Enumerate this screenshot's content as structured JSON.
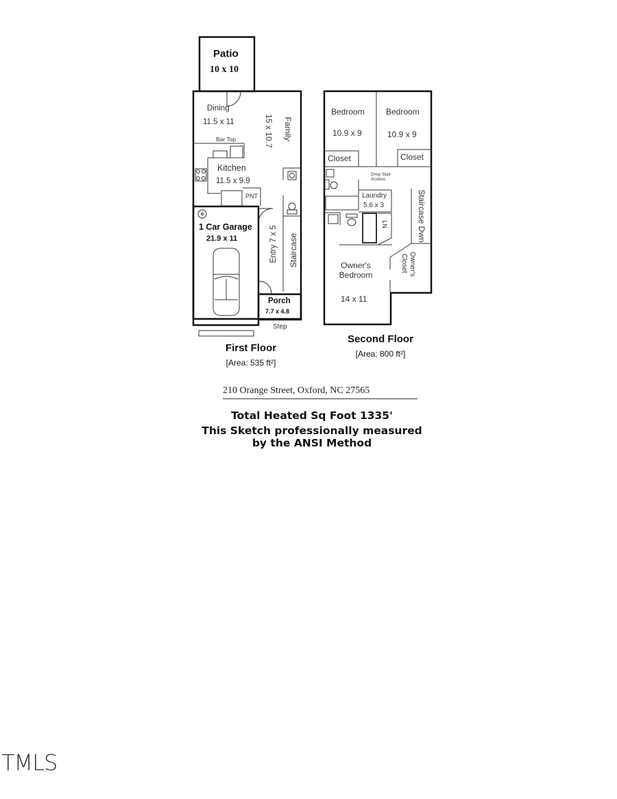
{
  "patio": {
    "name": "Patio",
    "dims": "10 x 10"
  },
  "first_floor": {
    "title": "First Floor",
    "area": "[Area: 535 ft²]",
    "rooms": {
      "dining": {
        "name": "Dining",
        "dims": "11.5 x 11"
      },
      "family": {
        "name": "Family",
        "dims": "15 x 10.7"
      },
      "bar_top": "Bar Top",
      "kitchen": {
        "name": "Kitchen",
        "dims": "11.5 x 9.9"
      },
      "pantry": "PNT",
      "garage": {
        "name": "1 Car Garage",
        "dims": "21.9 x 11"
      },
      "entry": "Entry 7 x 5",
      "staircase": "Staircase",
      "porch": {
        "name": "Porch",
        "dims": "7.7 x 4.8"
      },
      "step": "Step"
    }
  },
  "second_floor": {
    "title": "Second Floor",
    "area": "[Area: 800 ft²]",
    "rooms": {
      "bedroom1": {
        "name": "Bedroom",
        "dims": "10.9 x 9"
      },
      "bedroom2": {
        "name": "Bedroom",
        "dims": "10.9 x 9"
      },
      "closet1": "Closet",
      "closet2": "Closet",
      "drop_stair": "Drop Stair Access",
      "laundry": {
        "name": "Laundry",
        "dims": "5.6 x 3"
      },
      "linen": "LN",
      "staircase": "Staircase Dwn",
      "owners_bedroom": {
        "name": "Owner's Bedroom",
        "dims": "14 x 11"
      },
      "owners_closet": "Owner's Closet"
    }
  },
  "address": "210 Orange Street, Oxford, NC 27565",
  "summary": {
    "line1": "Total Heated Sq Foot 1335'",
    "line2": "This Sketch professionally measured",
    "line3": "by the ANSI Method"
  },
  "watermark": "TMLS"
}
